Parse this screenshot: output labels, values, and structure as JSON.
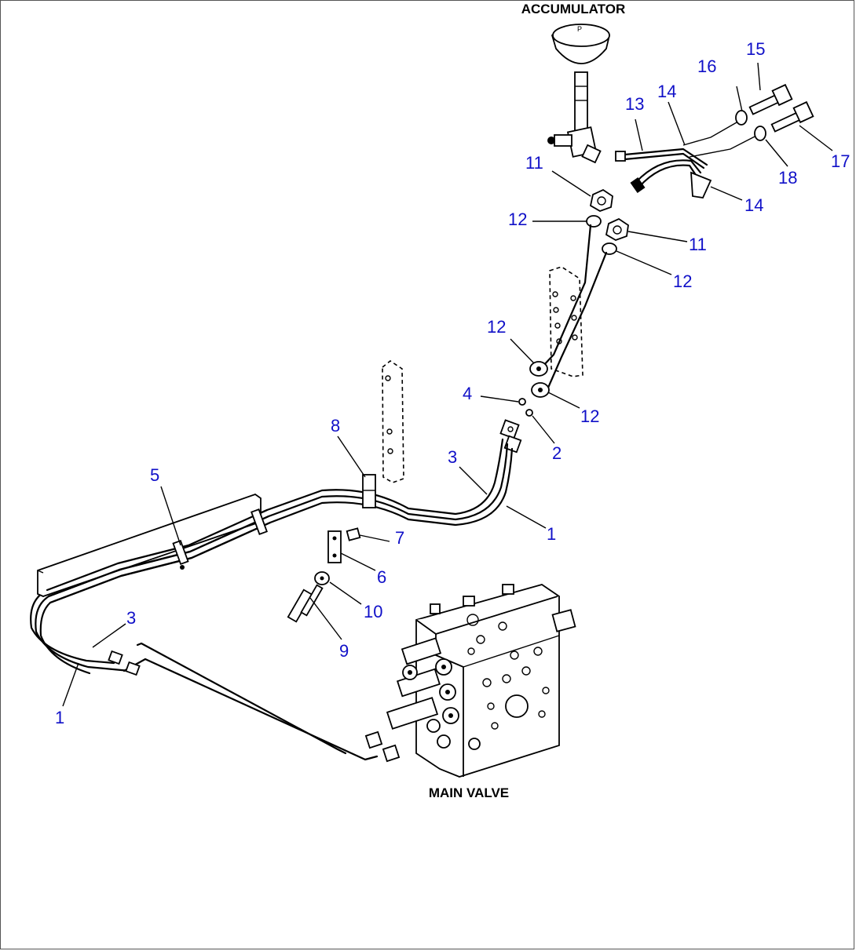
{
  "labels": {
    "accumulator": "ACCUMULATOR",
    "main_valve": "MAIN VALVE"
  },
  "callouts": [
    "1",
    "1",
    "2",
    "3",
    "3",
    "4",
    "5",
    "6",
    "7",
    "8",
    "9",
    "10",
    "11",
    "11",
    "12",
    "12",
    "12",
    "12",
    "13",
    "14",
    "14",
    "15",
    "16",
    "17",
    "18"
  ],
  "colors": {
    "callout": "#1010c8",
    "line": "#000000",
    "background": "#ffffff"
  }
}
